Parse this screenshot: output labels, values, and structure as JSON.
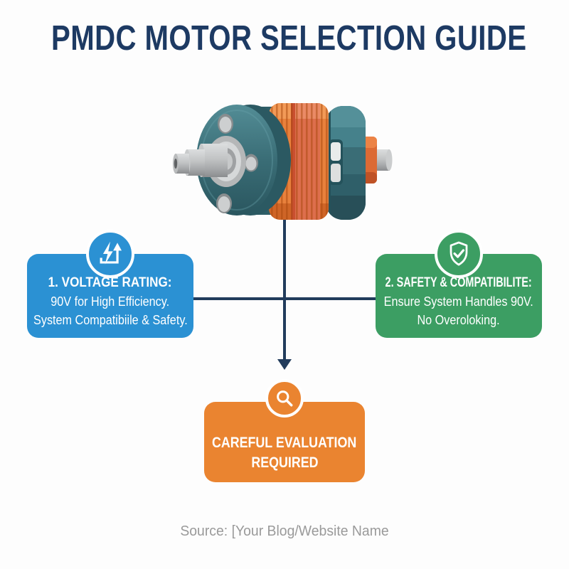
{
  "title": "PMDC MOTOR SELECTION GUIDE",
  "illustration": {
    "name": "pmdc-motor",
    "description": "Isometric PMDC motor with teal flange, copper windings and output shaft"
  },
  "connector": {
    "shape": "cross-with-down-arrow"
  },
  "boxes": {
    "voltage": {
      "icon": "voltage-surge-icon",
      "heading": "1. VOLTAGE RATING:",
      "line1": "90V for High Efficiency.",
      "line2": "System Compatibiile & Safety.",
      "color": "#2b91d3"
    },
    "safety": {
      "icon": "shield-check-icon",
      "heading": "2. SAFETY & COMPATIBILITE:",
      "line1": "Ensure System Handles 90V.",
      "line2": "No Overoloking.",
      "color": "#3c9e63"
    },
    "evaluation": {
      "icon": "magnifier-icon",
      "line1": "CAREFUL EVALUATION",
      "line2": "REQUIRED",
      "color": "#ea8430"
    }
  },
  "footer": {
    "source": "Source: [Your Blog/Website Name"
  },
  "colors": {
    "title_navy": "#1d3a63",
    "connector_navy": "#223c5c",
    "blue": "#2b91d3",
    "green": "#3c9e63",
    "orange": "#ea8430",
    "teal": "#3a6d76",
    "copper": "#e8813c",
    "source_gray": "#9a9a9a",
    "background": "#fdfdfd"
  }
}
